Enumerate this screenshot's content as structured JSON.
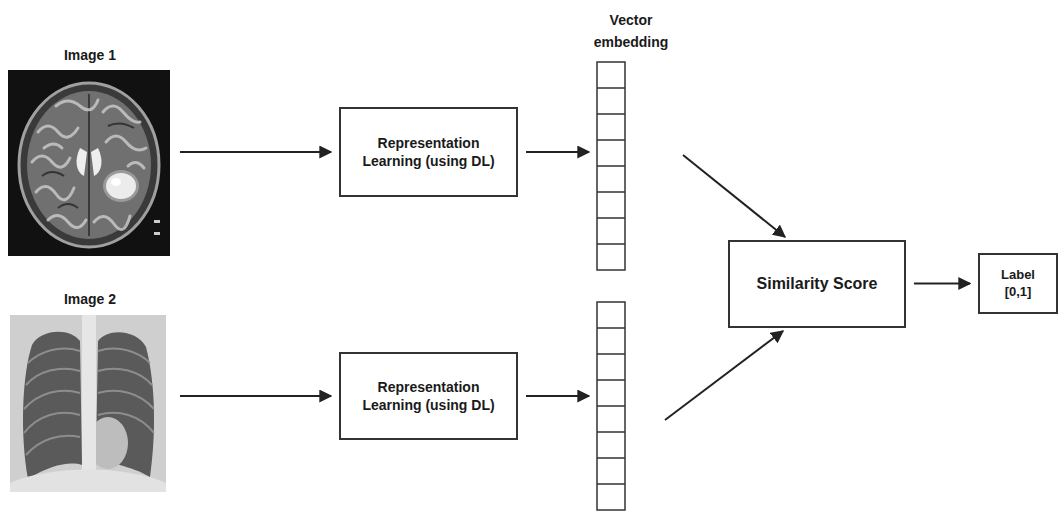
{
  "diagram": {
    "nodes": [
      {
        "text": [
          "Image 1"
        ]
      },
      {
        "text": [
          "Representation Learning (using DL)"
        ]
      },
      {
        "text": [
          "Image 2"
        ]
      },
      {
        "text": [
          "Representation Learning (using DL)"
        ]
      },
      {
        "text": [
          "Similarity Score"
        ]
      },
      {
        "text": [
          "Label [0,1]"
        ]
      }
    ],
    "edges": [
      {
        "from": 0,
        "to": 1,
        "arrow": "to"
      },
      {
        "from": 1,
        "to": 4,
        "arrow": "to"
      },
      {
        "from": 2,
        "to": 3,
        "arrow": "to"
      },
      {
        "from": 3,
        "to": 4,
        "arrow": "to"
      },
      {
        "from": 4,
        "to": 5,
        "arrow": "to"
      }
    ],
    "labels": [
      "Vector embedding"
    ]
  }
}
